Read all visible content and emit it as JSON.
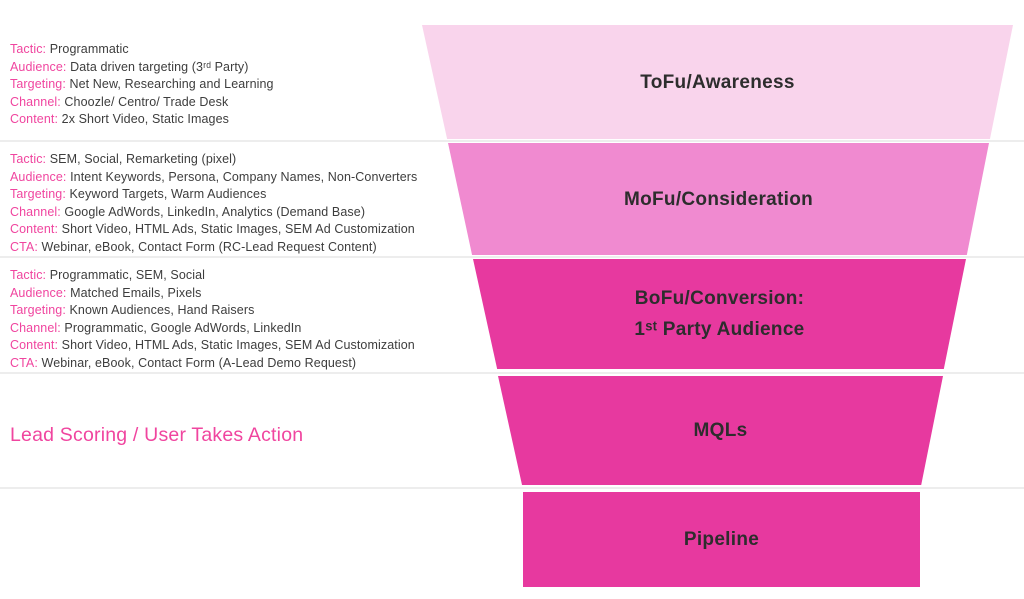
{
  "colors": {
    "accent_pink": "#f0459f",
    "stage_light_pink": "#f9d4ec",
    "stage_medium_pink": "#f08ad0",
    "stage_dark_magenta": "#e7399f",
    "body_text": "#3d3d3d",
    "stage_label_text": "#2d2d2d"
  },
  "info_blocks": [
    {
      "id": "tofu-details",
      "rows": [
        {
          "label": "Tactic:",
          "value": "Programmatic"
        },
        {
          "label": "Audience:",
          "value": "Data driven targeting (3ʳᵈ Party)"
        },
        {
          "label": "Targeting:",
          "value": "Net New, Researching and Learning"
        },
        {
          "label": "Channel:",
          "value": "Choozle/ Centro/ Trade Desk"
        },
        {
          "label": "Content:",
          "value": "2x Short Video, Static Images"
        }
      ]
    },
    {
      "id": "mofu-details",
      "rows": [
        {
          "label": "Tactic:",
          "value": "SEM, Social, Remarketing (pixel)"
        },
        {
          "label": "Audience:",
          "value": "Intent Keywords, Persona, Company Names, Non-Converters"
        },
        {
          "label": "Targeting:",
          "value": "Keyword Targets, Warm Audiences"
        },
        {
          "label": "Channel:",
          "value": "Google AdWords, LinkedIn, Analytics (Demand Base)"
        },
        {
          "label": "Content:",
          "value": "Short Video, HTML Ads, Static Images, SEM Ad Customization"
        },
        {
          "label": "CTA:",
          "value": "Webinar, eBook, Contact Form (RC-Lead Request Content)"
        }
      ]
    },
    {
      "id": "bofu-details",
      "rows": [
        {
          "label": "Tactic:",
          "value": "Programmatic, SEM, Social"
        },
        {
          "label": "Audience:",
          "value": "Matched Emails, Pixels"
        },
        {
          "label": "Targeting:",
          "value": "Known Audiences, Hand Raisers"
        },
        {
          "label": "Channel:",
          "value": "Programmatic, Google AdWords, LinkedIn"
        },
        {
          "label": "Content:",
          "value": "Short Video, HTML Ads, Static Images, SEM Ad Customization"
        },
        {
          "label": "CTA:",
          "value": "Webinar, eBook, Contact Form (A-Lead Demo Request)"
        }
      ]
    }
  ],
  "lead_scoring": {
    "text": "Lead Scoring / User Takes Action"
  },
  "funnel": {
    "stages": [
      {
        "label": "ToFu/Awareness",
        "label2": "",
        "color": "#f9d4ec"
      },
      {
        "label": "MoFu/Consideration",
        "label2": "",
        "color": "#f08ad0"
      },
      {
        "label": "BoFu/Conversion:",
        "label2": "1ˢᵗ Party Audience",
        "color": "#e7399f"
      },
      {
        "label": "MQLs",
        "label2": "",
        "color": "#e7399f"
      },
      {
        "label": "Pipeline",
        "label2": "",
        "color": "#e7399f"
      }
    ]
  }
}
